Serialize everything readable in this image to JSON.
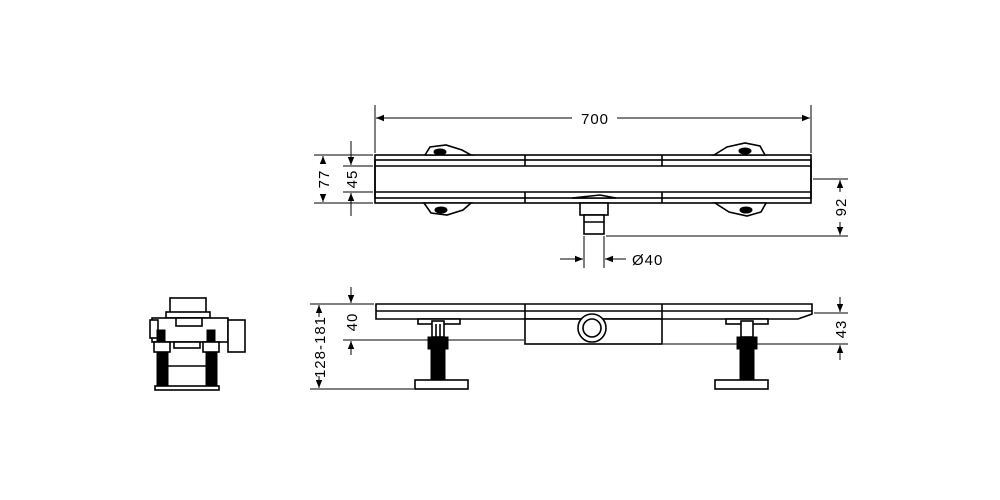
{
  "dimensions": {
    "total_length": "700",
    "total_width": "77",
    "channel_width": "45",
    "side_height": "92",
    "outlet_diameter": "Ø40",
    "adjustable_height": "128-181",
    "channel_depth": "40",
    "outlet_height": "43"
  },
  "colors": {
    "line": "#000000",
    "background": "#ffffff"
  },
  "icons": {
    "arrowhead": "solid-triangle"
  }
}
